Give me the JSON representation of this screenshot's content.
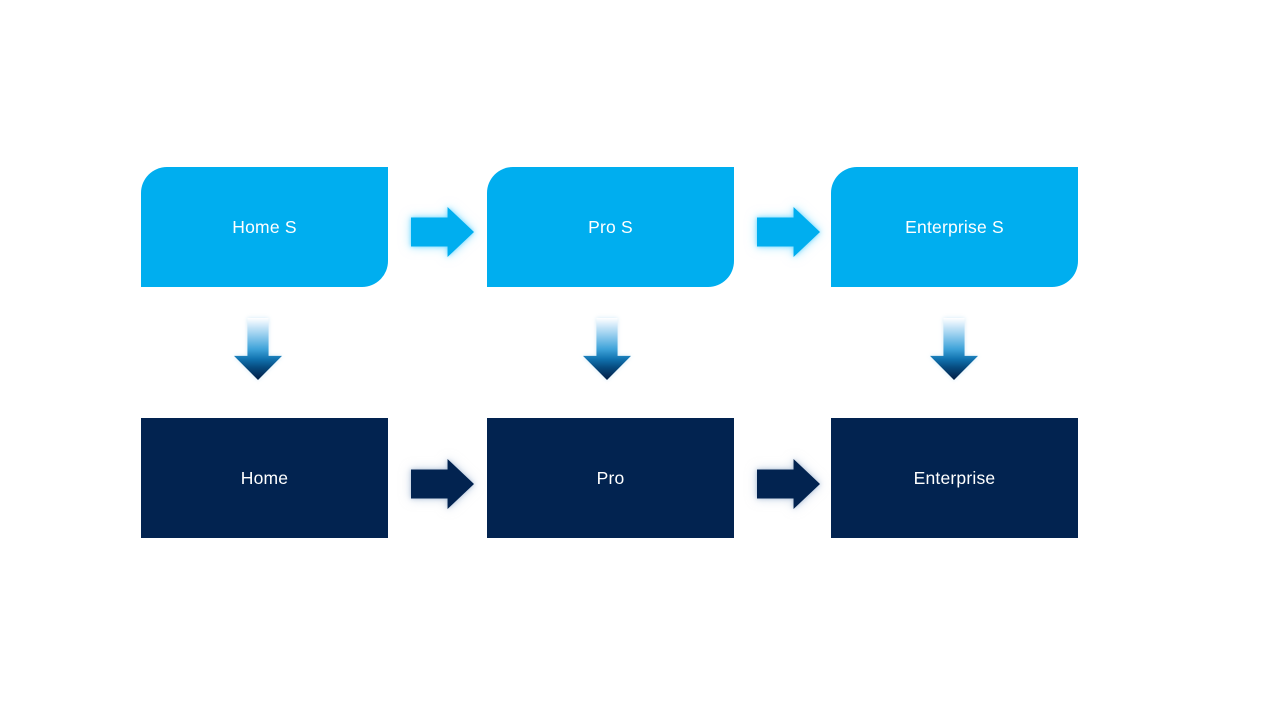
{
  "canvas": {
    "background": "#ffffff"
  },
  "diagram": {
    "top_row": {
      "fill": "#00aeef",
      "text_color": "#ffffff",
      "items": [
        {
          "label": "Home S"
        },
        {
          "label": "Pro S"
        },
        {
          "label": "Enterprise S"
        }
      ]
    },
    "bottom_row": {
      "fill": "#022350",
      "text_color": "#ffffff",
      "items": [
        {
          "label": "Home"
        },
        {
          "label": "Pro"
        },
        {
          "label": "Enterprise"
        }
      ]
    },
    "connectors": {
      "top_right_arrow_fill": "#00aeef",
      "top_right_arrow_glow": "#6ed7ff",
      "bottom_right_arrow_fill": "#022350",
      "bottom_right_arrow_glow": "#a8bcd6",
      "down_arrow_gradient_top": "#ffffff",
      "down_arrow_gradient_mid": "#3fa3d9",
      "down_arrow_gradient_bottom": "#021f44"
    }
  }
}
